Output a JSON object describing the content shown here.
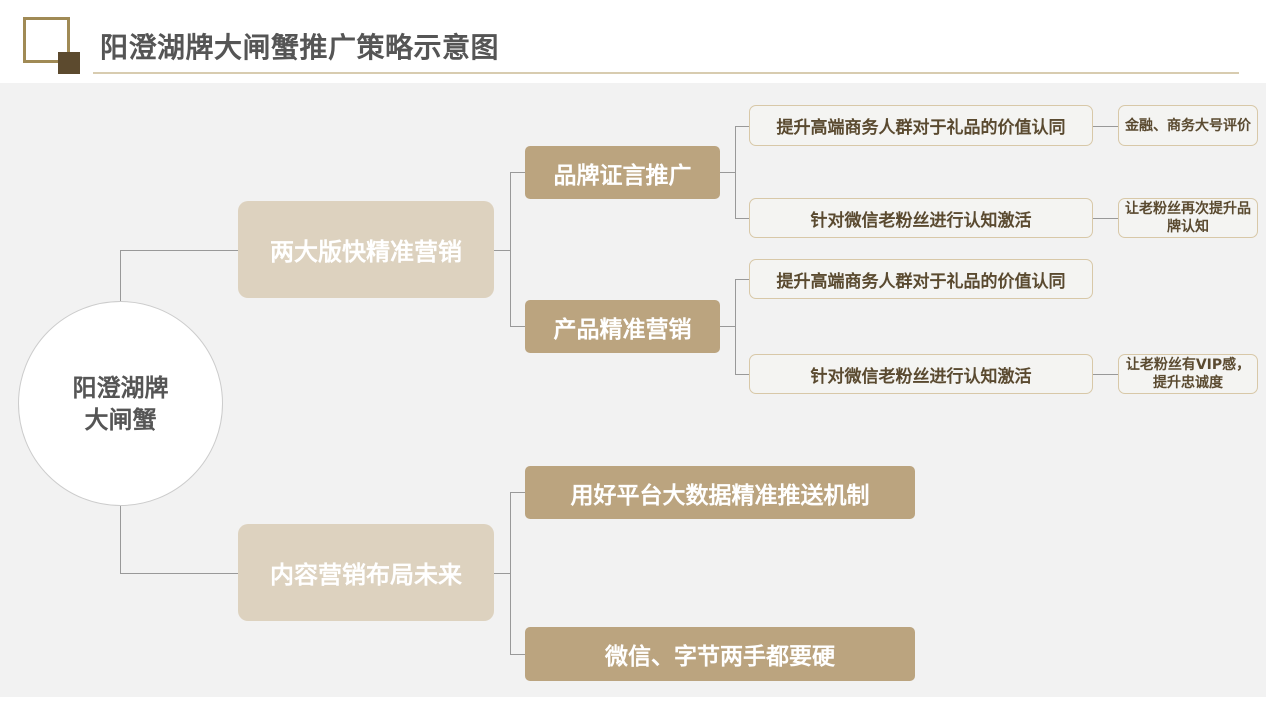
{
  "title": "阳澄湖牌大闸蟹推广策略示意图",
  "root": {
    "line1": "阳澄湖牌",
    "line2": "大闸蟹"
  },
  "branches": [
    {
      "label": "两大版快精准营销",
      "children": [
        {
          "label": "品牌证言推广",
          "children": [
            {
              "label": "提升高端商务人群对于礼品的价值认同",
              "note": "金融、商务大号评价"
            },
            {
              "label": "针对微信老粉丝进行认知激活",
              "note": "让老粉丝再次提升品牌认知"
            }
          ]
        },
        {
          "label": "产品精准营销",
          "children": [
            {
              "label": "提升高端商务人群对于礼品的价值认同"
            },
            {
              "label": "针对微信老粉丝进行认知激活",
              "note": "让老粉丝有VIP感，提升忠诚度"
            }
          ]
        }
      ]
    },
    {
      "label": "内容营销布局未来",
      "children": [
        {
          "label": "用好平台大数据精准推送机制"
        },
        {
          "label": "微信、字节两手都要硬"
        }
      ]
    }
  ],
  "colors": {
    "level1": "#ddd2bf",
    "level2": "#bba47f",
    "text": "#5a4a30"
  }
}
